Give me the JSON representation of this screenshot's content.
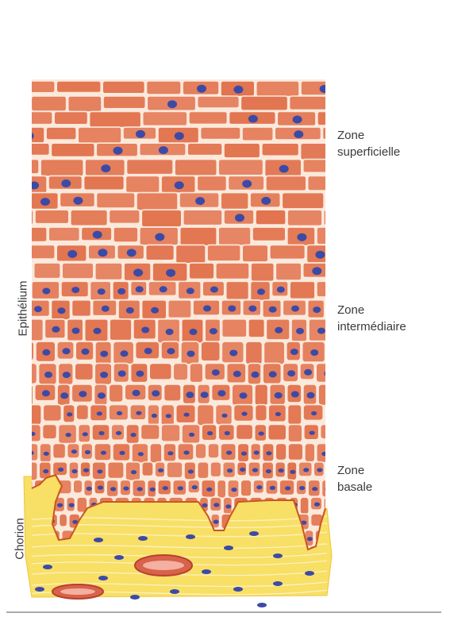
{
  "labels": {
    "zone_superficielle": {
      "line1": "Zone",
      "line2": "superficielle"
    },
    "zone_intermediaire": {
      "line1": "Zone",
      "line2": "intermédiaire"
    },
    "zone_basale": {
      "line1": "Zone",
      "line2": "basale"
    },
    "epithelium": "Epithélium",
    "chorion": "Chorion"
  },
  "colors": {
    "cell_fill": "#e2744f",
    "cell_border": "#fbe9dc",
    "nucleus": "#3c4aa6",
    "chorion": "#f7dc5c",
    "capillary": "#d8624a"
  }
}
